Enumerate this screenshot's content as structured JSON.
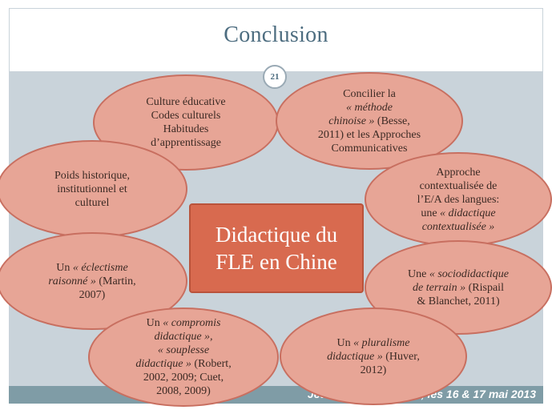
{
  "slide": {
    "title": "Conclusion",
    "page_number": "21",
    "footer": "Jétou 2013, Toulouse, les  16 & 17 mai 2013"
  },
  "center": {
    "line1": "Didactique du",
    "line2": "FLE en Chine"
  },
  "ovals": {
    "culture": [
      "Culture éducative",
      "Codes culturels",
      "Habitudes",
      "d’apprentissage"
    ],
    "concilier": {
      "line1": "Concilier la",
      "line2": "« méthode",
      "line3_italic": "chinoise »",
      "line3_rest": " (Besse,",
      "line4": "2011) et les Approches",
      "line5": "Communicatives"
    },
    "poids": [
      "Poids historique,",
      "institutionnel et",
      "culturel"
    ],
    "approche": {
      "line1": "Approche",
      "line2": "contextualisée de",
      "line3": "l’E/A des langues:",
      "line4_pre": "une ",
      "line4_italic": "« didactique",
      "line5_italic": "contextualisée »"
    },
    "eclectisme": {
      "line1_pre": "Un ",
      "line1_italic": "« éclectisme",
      "line2_italic": "raisonné »",
      "line2_rest": " (Martin,",
      "line3": "2007)"
    },
    "socio": {
      "line1_pre": "Une ",
      "line1_italic": "« sociodidactique",
      "line2_italic": "de terrain  »",
      "line2_rest": " (Rispail",
      "line3": "& Blanchet, 2011)"
    },
    "compromis": {
      "line1_pre": "Un ",
      "line1_italic": "« compromis",
      "line2_italic": "didactique »,",
      "line3_italic": "« souplesse",
      "line4_italic": "didactique »",
      "line4_rest": " (Robert,",
      "line5": "2002, 2009; Cuet,",
      "line6": "2008, 2009)"
    },
    "pluralisme": {
      "line1_pre": "Un ",
      "line1_italic": "« pluralisme",
      "line2_italic": "didactique »",
      "line2_rest": " (Huver,",
      "line3": "2012)"
    }
  },
  "colors": {
    "oval_fill": "#e7a596",
    "oval_border": "#c86f60",
    "center_fill": "#d86a4f",
    "background": "#c9d3da",
    "title": "#4d6d80",
    "footer_bar": "#7f9ca6"
  }
}
